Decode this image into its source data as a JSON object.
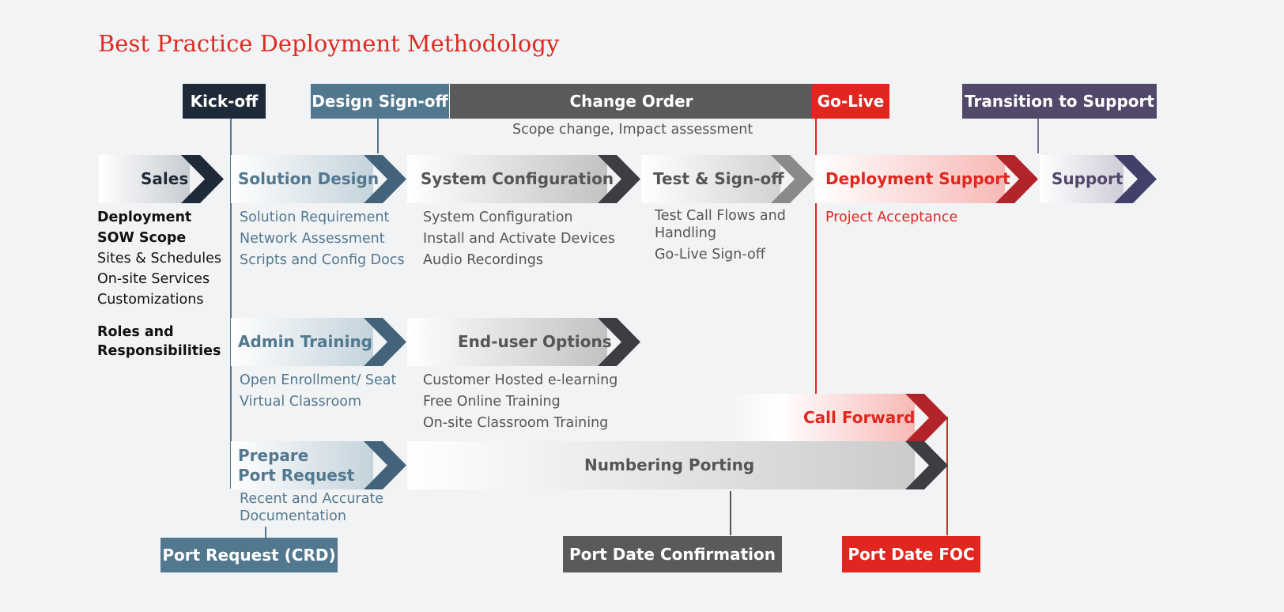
{
  "title": "Best Practice Deployment Methodology",
  "milestones": {
    "kickoff": "Kick-off",
    "design_signoff": "Design Sign-off",
    "change_order": "Change Order",
    "golive": "Go-Live",
    "transition": "Transition to Support",
    "port_request": "Port Request (CRD)",
    "port_date_confirmation": "Port Date Confirmation",
    "port_date_foc": "Port Date FOC"
  },
  "change_order_note": "Scope change, Impact assessment",
  "phases": {
    "sales": "Sales",
    "solution_design": "Solution Design",
    "system_configuration": "System Configuration",
    "test_signoff": "Test & Sign-off",
    "deployment_support": "Deployment Support",
    "support": "Support",
    "admin_training": "Admin Training",
    "enduser_options": "End-user Options",
    "call_forward": "Call Forward",
    "prepare_port_line1": "Prepare",
    "prepare_port_line2": "Port Request",
    "numbering_porting": "Numbering Porting"
  },
  "sales_items": {
    "deployment_line1": "Deployment",
    "deployment_line2": "SOW Scope",
    "item1": "Sites & Schedules",
    "item2": "On-site Services",
    "item3": "Customizations",
    "roles_line1": "Roles and",
    "roles_line2": "Responsibilities"
  },
  "solution_design_items": [
    "Solution Requirement",
    "Network Assessment",
    "Scripts and Config Docs"
  ],
  "system_config_items": [
    "System Configuration",
    "Install and Activate Devices",
    "Audio Recordings"
  ],
  "test_signoff_items": {
    "line1": "Test Call Flows and",
    "line2": "Handling",
    "line3": "Go-Live Sign-off"
  },
  "deployment_support_items": [
    "Project Acceptance"
  ],
  "admin_training_items": [
    "Open Enrollment/ Seat",
    "Virtual Classroom"
  ],
  "enduser_items": [
    "Customer Hosted e-learning",
    "Free Online Training",
    "On-site Classroom Training"
  ],
  "prepare_port_items": {
    "line1": "Recent and Accurate",
    "line2": "Documentation"
  },
  "colors": {
    "accent_red": "#e0261f",
    "navy": "#1e2a38",
    "steel_blue": "#52788f",
    "dark_gray": "#5a5a5a",
    "purple": "#52486a"
  }
}
